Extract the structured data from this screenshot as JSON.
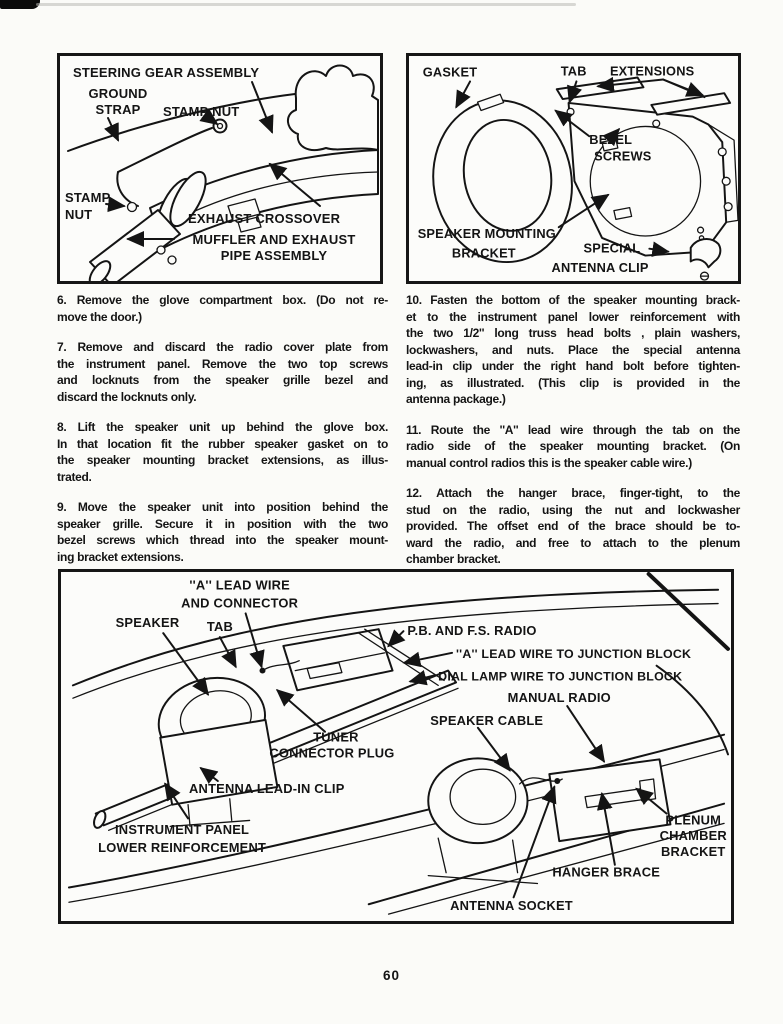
{
  "page": {
    "number": "60",
    "paper_color": "#fbfbf8",
    "ink_color": "#141414"
  },
  "fig_steering": {
    "labels": {
      "steering_gear_assembly": "STEERING GEAR ASSEMBLY",
      "ground_strap_l1": "GROUND",
      "ground_strap_l2": "STRAP",
      "stamp_nut_top": "STAMP NUT",
      "stamp_nut_left_l1": "STAMP",
      "stamp_nut_left_l2": "NUT",
      "exhaust_crossover": "EXHAUST CROSSOVER",
      "muffler_l1": "MUFFLER AND EXHAUST",
      "muffler_l2": "PIPE ASSEMBLY"
    }
  },
  "fig_bracket": {
    "labels": {
      "gasket": "GASKET",
      "tab": "TAB",
      "extensions": "EXTENSIONS",
      "bezel_l1": "BEZEL",
      "bezel_l2": "SCREWS",
      "bracket_l1": "SPEAKER MOUNTING",
      "bracket_l2": "BRACKET",
      "clip_l1": "SPECIAL",
      "clip_l2": "ANTENNA CLIP"
    }
  },
  "fig_install": {
    "labels": {
      "a_lead_l1": "''A'' LEAD WIRE",
      "a_lead_l2": "AND CONNECTOR",
      "speaker": "SPEAKER",
      "tab": "TAB",
      "pb_fs_radio": "P.B. AND F.S. RADIO",
      "a_lead_junction": "''A'' LEAD WIRE TO JUNCTION BLOCK",
      "dial_lamp": "DIAL LAMP WIRE TO JUNCTION BLOCK",
      "manual_radio": "MANUAL RADIO",
      "speaker_cable": "SPEAKER CABLE",
      "tuner_l1": "TUNER",
      "tuner_l2": "CONNECTOR PLUG",
      "lead_in_clip": "ANTENNA LEAD-IN CLIP",
      "reinforcement_l1": "INSTRUMENT PANEL",
      "reinforcement_l2": "LOWER REINFORCEMENT",
      "plenum_l1": "PLENUM",
      "plenum_l2": "CHAMBER",
      "plenum_l3": "BRACKET",
      "hanger_brace": "HANGER BRACE",
      "antenna_socket": "ANTENNA SOCKET"
    }
  },
  "instructions": {
    "left": [
      {
        "lines": [
          "6. Remove the glove compartment box. (Do not re-",
          "move the door.)"
        ]
      },
      {
        "lines": [
          "7. Remove and discard the radio cover plate from",
          "the instrument panel. Remove the two top screws",
          "and locknuts from the speaker grille bezel and",
          "discard the locknuts only."
        ]
      },
      {
        "lines": [
          "8. Lift the speaker unit up behind the glove box.",
          "In that location fit the rubber speaker gasket on to",
          "the speaker mounting bracket extensions, as illus-",
          "trated."
        ]
      },
      {
        "lines": [
          "9. Move the speaker unit into position behind the",
          "speaker grille. Secure it in position with the two",
          "bezel screws which thread into the speaker mount-",
          "ing bracket extensions."
        ]
      }
    ],
    "right": [
      {
        "lines": [
          "10. Fasten the bottom of the speaker mounting brack-",
          "et to the instrument panel lower reinforcement with",
          "the two 1/2'' long truss head bolts , plain washers,",
          "lockwashers, and nuts. Place the special antenna",
          "lead-in clip under the right hand bolt before tighten-",
          "ing, as illustrated. (This clip is provided in the",
          "antenna package.)"
        ]
      },
      {
        "lines": [
          "11. Route the ''A'' lead wire through the tab on the",
          "radio side of the speaker mounting bracket. (On",
          "manual control radios this is the speaker cable wire.)"
        ]
      },
      {
        "lines": [
          "12. Attach the hanger brace, finger-tight, to the",
          "stud on the radio, using the nut and lockwasher",
          "provided. The offset end of the brace should be to-",
          "ward the radio, and free to attach to the plenum",
          "chamber bracket."
        ]
      }
    ]
  }
}
